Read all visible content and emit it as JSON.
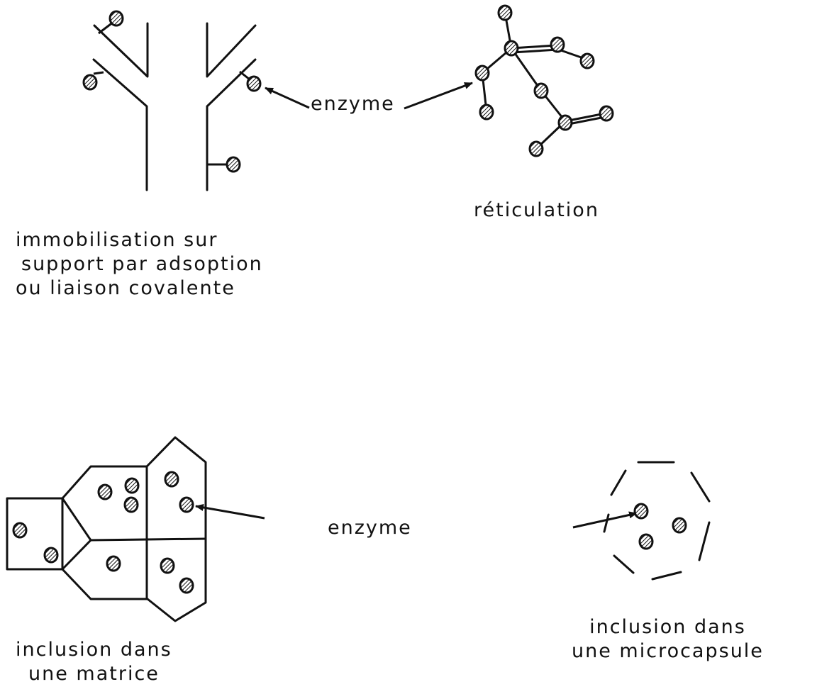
{
  "colors": {
    "ink": "#111111",
    "background": "#ffffff"
  },
  "labels": {
    "enzyme_top": "enzyme",
    "reticulation": "réticulation",
    "support": {
      "line1": "immobilisation sur",
      "line2": "support par adsoption",
      "line3": "ou liaison covalente"
    },
    "enzyme_bottom": "enzyme",
    "matrix": {
      "line1": "inclusion dans",
      "line2": "une matrice"
    },
    "microcapsule": {
      "line1": "inclusion dans",
      "line2": "une microcapsule"
    }
  },
  "icons": {
    "enzyme": "hatched-oval-icon",
    "arrow": "arrow-icon"
  }
}
